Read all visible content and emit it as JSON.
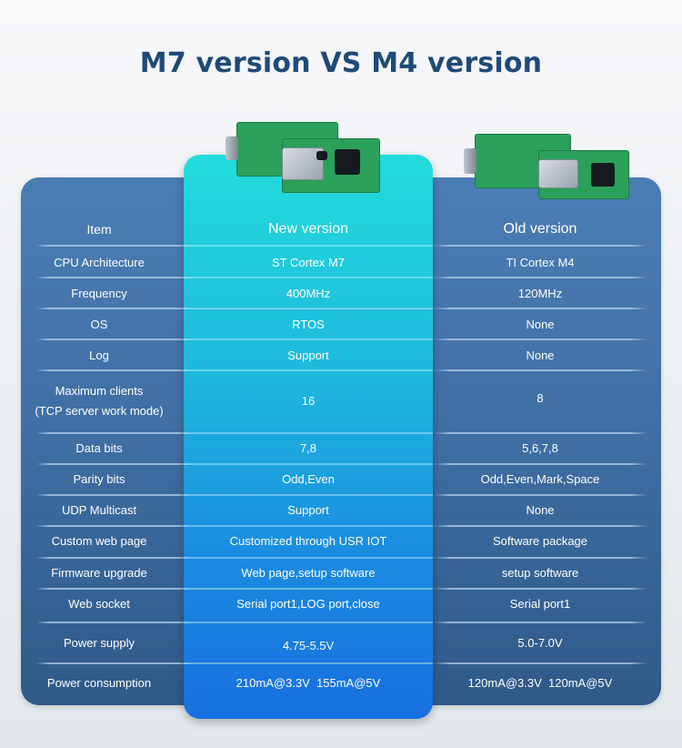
{
  "title": "M7 version VS M4 version",
  "colors": {
    "title": "#1f4a78",
    "card_bg": "#4378b0",
    "highlight_top": "#22dcdc",
    "highlight_bottom": "#176fe0",
    "text": "#ffffff"
  },
  "images": {
    "new_board": "pcb-module-m7-image",
    "old_board": "pcb-module-m4-image"
  },
  "table": {
    "headers": [
      "Item",
      "New version",
      "Old version"
    ],
    "rows": [
      {
        "item": "CPU Architecture",
        "new": "ST Cortex M7",
        "old": "TI Cortex M4"
      },
      {
        "item": "Frequency",
        "new": "400MHz",
        "old": "120MHz"
      },
      {
        "item": "OS",
        "new": "RTOS",
        "old": "None"
      },
      {
        "item": "Log",
        "new": "Support",
        "old": "None"
      },
      {
        "item": "Maximum clients",
        "item_line2": "(TCP server work mode)",
        "new": "16",
        "old": "8"
      },
      {
        "item": "Data bits",
        "new": "7,8",
        "old": "5,6,7,8"
      },
      {
        "item": "Parity bits",
        "new": "Odd,Even",
        "old": "Odd,Even,Mark,Space"
      },
      {
        "item": "UDP Multicast",
        "new": "Support",
        "old": "None"
      },
      {
        "item": "Custom web page",
        "new": "Customized through USR IOT",
        "old": "Software package"
      },
      {
        "item": "Firmware upgrade",
        "new": "Web page,setup software",
        "old": "setup software"
      },
      {
        "item": "Web socket",
        "new": "Serial port1,LOG port,close",
        "old": "Serial port1"
      },
      {
        "item": "Power supply",
        "new": "4.75-5.5V",
        "old": "5.0-7.0V"
      },
      {
        "item": "Power consumption",
        "new": "210mA@3.3V  155mA@5V",
        "old": "120mA@3.3V  120mA@5V"
      }
    ]
  }
}
